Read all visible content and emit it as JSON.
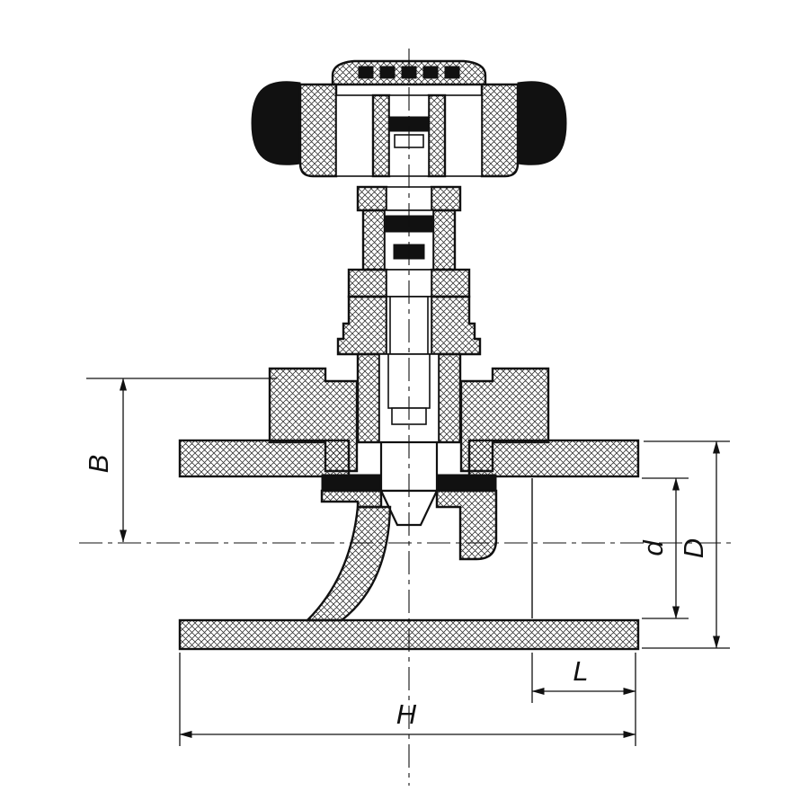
{
  "diagram": {
    "type": "technical-drawing",
    "subject": "globe-valve-cross-section",
    "colors": {
      "line": "#111111",
      "background": "#ffffff",
      "section_fill": "crosshatch"
    },
    "dimensions": {
      "B": "B",
      "d": "d",
      "D": "D",
      "L": "L",
      "H": "H"
    }
  }
}
